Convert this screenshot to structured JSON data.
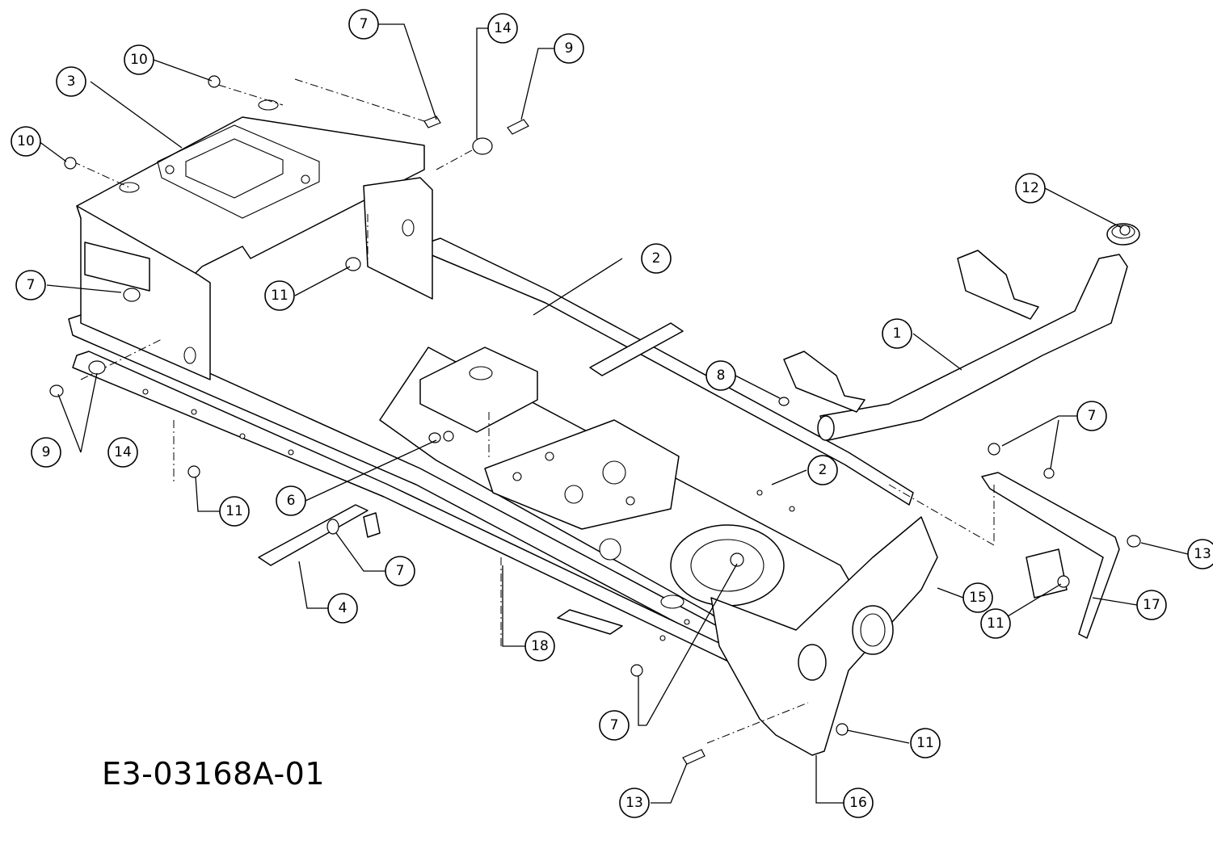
{
  "drawing_code": "E3-03168A-01",
  "callouts": [
    {
      "label": "7"
    },
    {
      "label": "14"
    },
    {
      "label": "9"
    },
    {
      "label": "10"
    },
    {
      "label": "3"
    },
    {
      "label": "10"
    },
    {
      "label": "12"
    },
    {
      "label": "2"
    },
    {
      "label": "7"
    },
    {
      "label": "11"
    },
    {
      "label": "1"
    },
    {
      "label": "8"
    },
    {
      "label": "7"
    },
    {
      "label": "2"
    },
    {
      "label": "9"
    },
    {
      "label": "14"
    },
    {
      "label": "6"
    },
    {
      "label": "11"
    },
    {
      "label": "13"
    },
    {
      "label": "7"
    },
    {
      "label": "15"
    },
    {
      "label": "17"
    },
    {
      "label": "4"
    },
    {
      "label": "11"
    },
    {
      "label": "18"
    },
    {
      "label": "7"
    },
    {
      "label": "11"
    },
    {
      "label": "13"
    },
    {
      "label": "16"
    }
  ]
}
